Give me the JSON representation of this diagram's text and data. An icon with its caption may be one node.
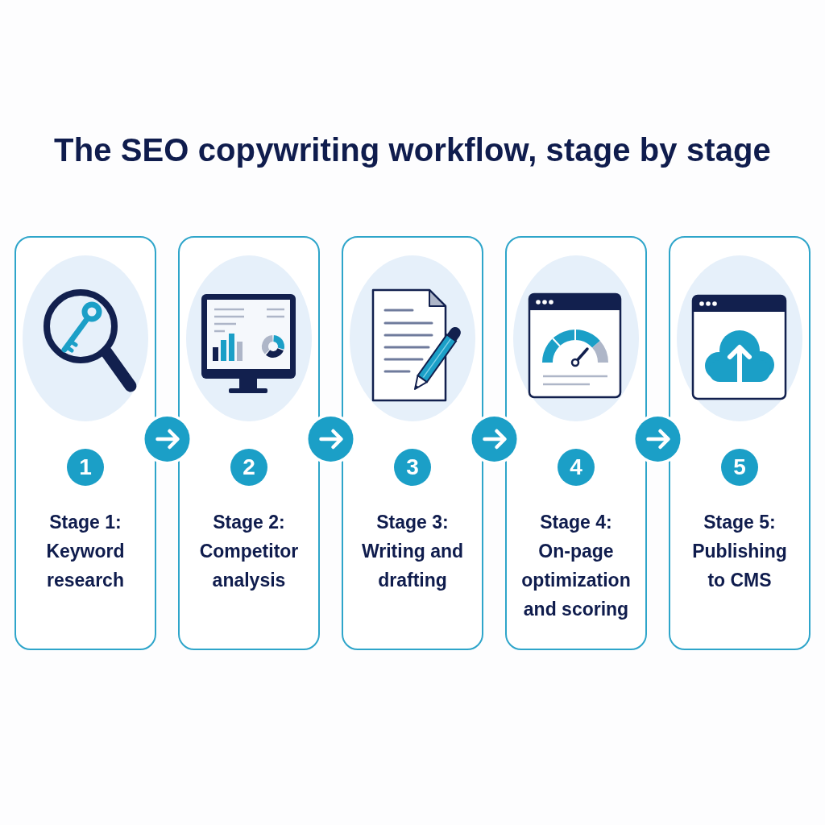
{
  "diagram": {
    "title": "The SEO copywriting workflow, stage by stage",
    "nodes": [
      {
        "text": [
          "Stage 1:",
          "Keyword research"
        ]
      },
      {
        "text": [
          "1"
        ],
        "in": 0
      },
      {
        "text": [
          "Stage 2:",
          "Competitor analysis"
        ]
      },
      {
        "text": [
          "2"
        ],
        "in": 2
      },
      {
        "text": [
          "Stage 3:",
          "Writing and drafting"
        ]
      },
      {
        "text": [
          "3"
        ],
        "in": 4
      },
      {
        "text": [
          "Stage 4:",
          "On-page optimization and scoring"
        ]
      },
      {
        "text": [
          "4"
        ],
        "in": 6
      },
      {
        "text": [
          "Stage 5:",
          "Publishing to CMS"
        ]
      },
      {
        "text": [
          "5"
        ],
        "in": 8
      }
    ],
    "edges": [
      {
        "from": 0,
        "to": 2,
        "arrow": "to"
      },
      {
        "from": 2,
        "to": 4,
        "arrow": "to"
      },
      {
        "from": 4,
        "to": 6,
        "arrow": "to"
      },
      {
        "from": 6,
        "to": 8,
        "arrow": "to"
      }
    ]
  }
}
